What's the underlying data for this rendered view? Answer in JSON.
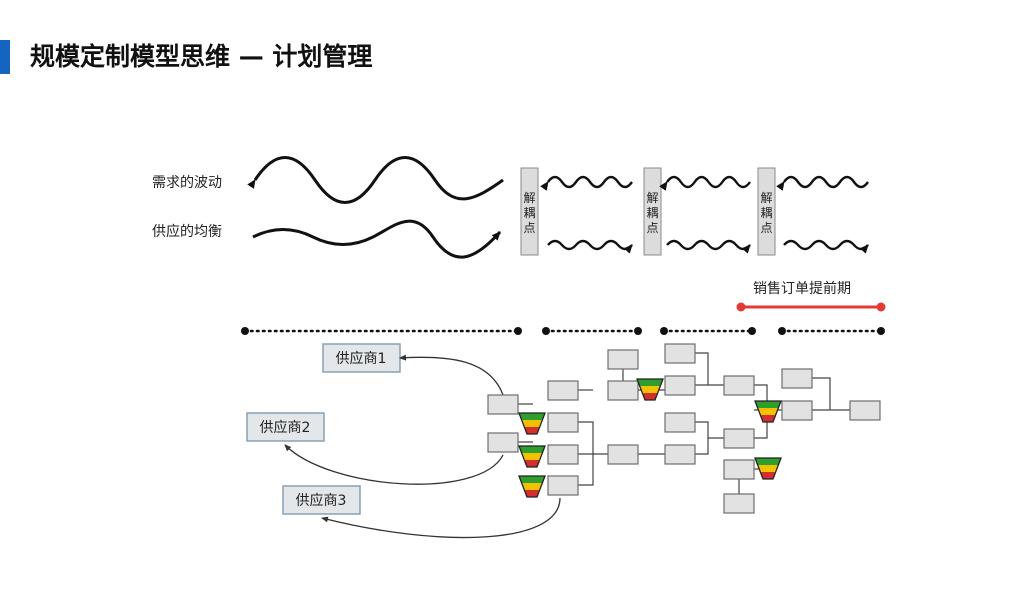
{
  "title": "规模定制模型思维 — 计划管理",
  "colors": {
    "accent": "#1565c0",
    "lead_time": "#e53935",
    "buffer_top": "#2e9e2e",
    "buffer_mid": "#f2c200",
    "buffer_bottom": "#d32f2f"
  },
  "waves": {
    "demand_label": "需求的波动",
    "supply_label": "供应的均衡"
  },
  "decoupling": {
    "label_chars": [
      "解",
      "耦",
      "点"
    ]
  },
  "lead_time_label": "销售订单提前期",
  "suppliers": [
    "供应商1",
    "供应商2",
    "供应商3"
  ]
}
